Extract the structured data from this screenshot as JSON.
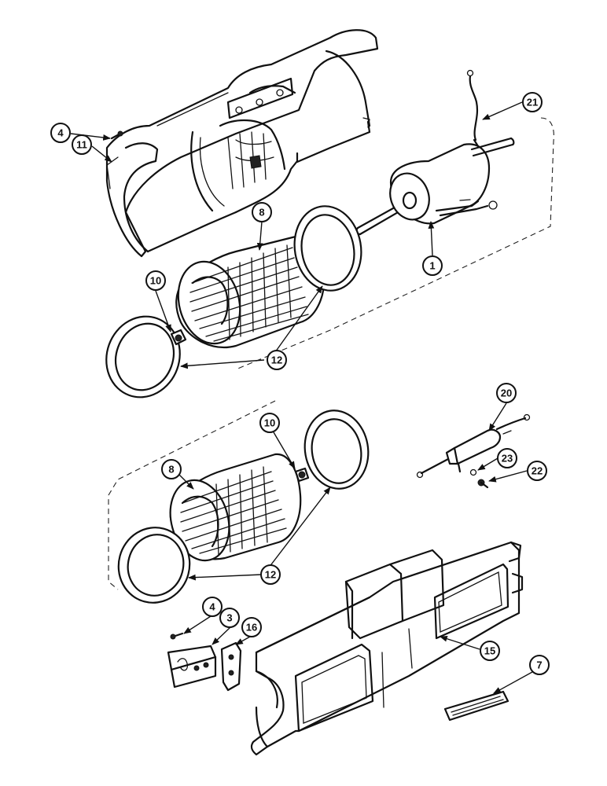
{
  "callouts": [
    {
      "id": "c1",
      "label": "1"
    },
    {
      "id": "c3",
      "label": "3"
    },
    {
      "id": "c4a",
      "label": "4"
    },
    {
      "id": "c4b",
      "label": "4"
    },
    {
      "id": "c7",
      "label": "7"
    },
    {
      "id": "c8a",
      "label": "8"
    },
    {
      "id": "c8b",
      "label": "8"
    },
    {
      "id": "c10a",
      "label": "10"
    },
    {
      "id": "c10b",
      "label": "10"
    },
    {
      "id": "c11",
      "label": "11"
    },
    {
      "id": "c12a",
      "label": "12"
    },
    {
      "id": "c12b",
      "label": "12"
    },
    {
      "id": "c15",
      "label": "15"
    },
    {
      "id": "c16",
      "label": "16"
    },
    {
      "id": "c20",
      "label": "20"
    },
    {
      "id": "c21",
      "label": "21"
    },
    {
      "id": "c22",
      "label": "22"
    },
    {
      "id": "c23",
      "label": "23"
    }
  ]
}
